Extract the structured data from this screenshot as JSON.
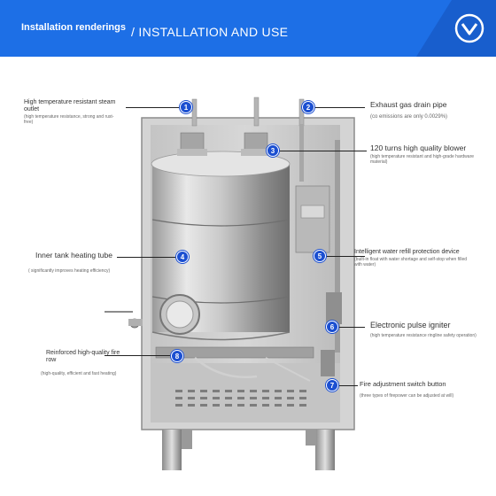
{
  "header": {
    "title": "Installation renderings",
    "subtitle": "/ INSTALLATION AND USE",
    "accent_color": "#1d6fe6",
    "logo_icon": "chevron-down-circle-icon"
  },
  "callouts": [
    {
      "number": "1",
      "title": "High temperature resistant steam outlet",
      "detail": "(high temperature resistance, strong and rust-free)"
    },
    {
      "number": "2",
      "title": "Exhaust gas drain pipe",
      "detail": "(co emissions are only 0.0029%)"
    },
    {
      "number": "3",
      "title": "120 turns high quality blower",
      "detail": "(high temperature resistant and high-grade hardware material)"
    },
    {
      "number": "4",
      "title": "Inner tank heating tube",
      "detail": "( significantly improves heating efficiency)"
    },
    {
      "number": "5",
      "title": "Intelligent water refill protection device",
      "detail": "(built-in float with water shortage and self-stop when filled with water)"
    },
    {
      "number": "6",
      "title": "Electronic pulse igniter",
      "detail": "(high temperature resistance ringline safety operation)"
    },
    {
      "number": "7",
      "title": "Fire adjustment switch button",
      "detail": "(three types of firepower can be adjusted at will)"
    },
    {
      "number": "8",
      "title": "Reinforced high-quality fire row",
      "detail": "(high-quality, efficient and fast heating)"
    }
  ]
}
